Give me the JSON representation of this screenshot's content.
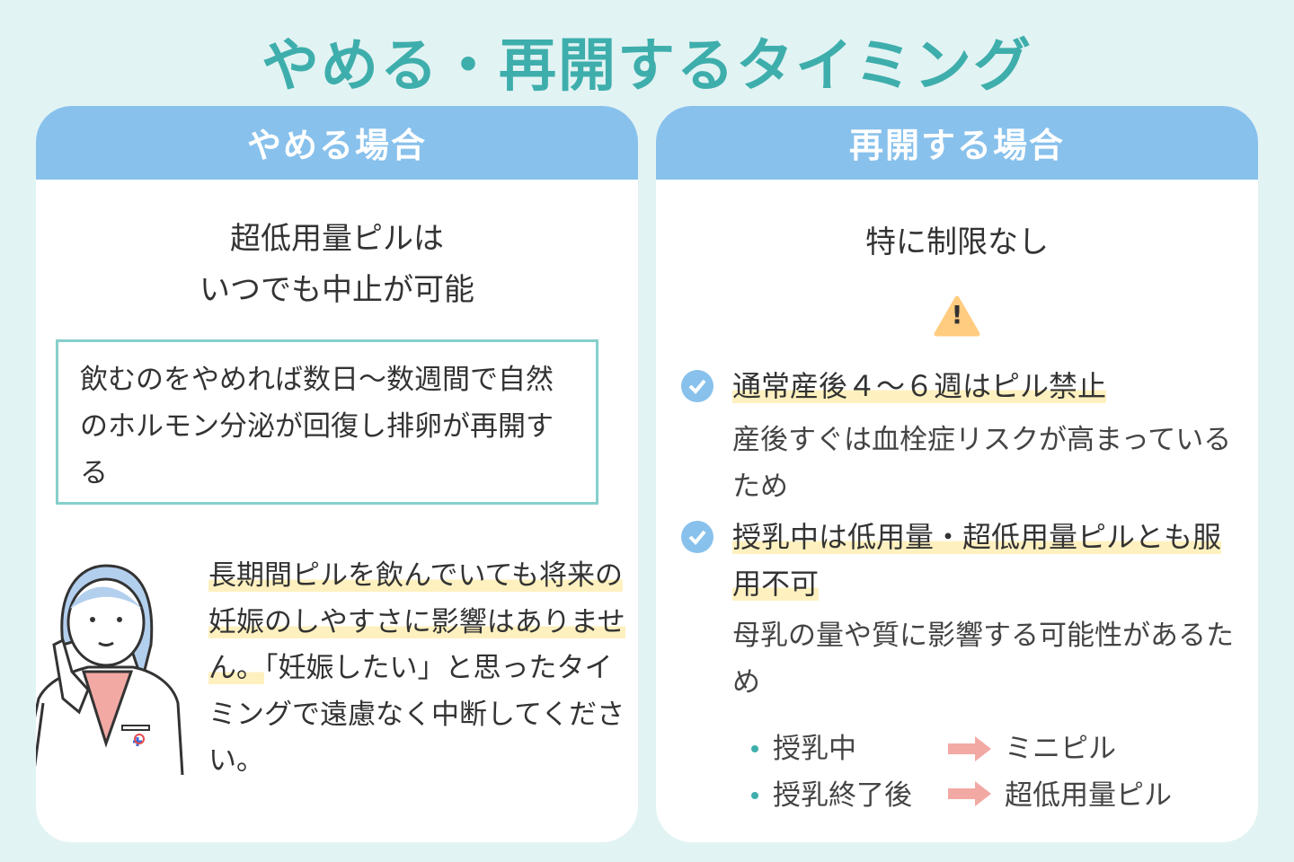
{
  "title": "やめる・再開するタイミング",
  "stop": {
    "header": "やめる場合",
    "lead": [
      "超低用量ピルは",
      "いつでも中止が可能"
    ],
    "note": "飲むのをやめれば数日〜数週間で自然のホルモン分泌が回復し排卵が再開する",
    "para_hl": "長期間ピルを飲んでいても将来の妊娠のしやすさに影響はありません。",
    "para_rest": "「妊娠したい」と思ったタイミングで遠慮なく中断してください。"
  },
  "resume": {
    "header": "再開する場合",
    "lead": "特に制限なし",
    "warning_icon": "!",
    "items": [
      {
        "title": "通常産後４〜６週はピル禁止",
        "reason": "産後すぐは血栓症リスクが高まっているため"
      },
      {
        "title": "授乳中は低用量・超低用量ピルとも服用不可",
        "reason": "母乳の量や質に影響する可能性があるため"
      }
    ],
    "mapping": [
      {
        "from": "授乳中",
        "to": "ミニピル"
      },
      {
        "from": "授乳終了後",
        "to": "超低用量ピル"
      }
    ]
  },
  "colors": {
    "teal": "#3eaeac",
    "header": "#88c1ec",
    "highlight": "#fff1bf",
    "arrow": "#f2a9a4",
    "warning": "#ffcc80"
  }
}
